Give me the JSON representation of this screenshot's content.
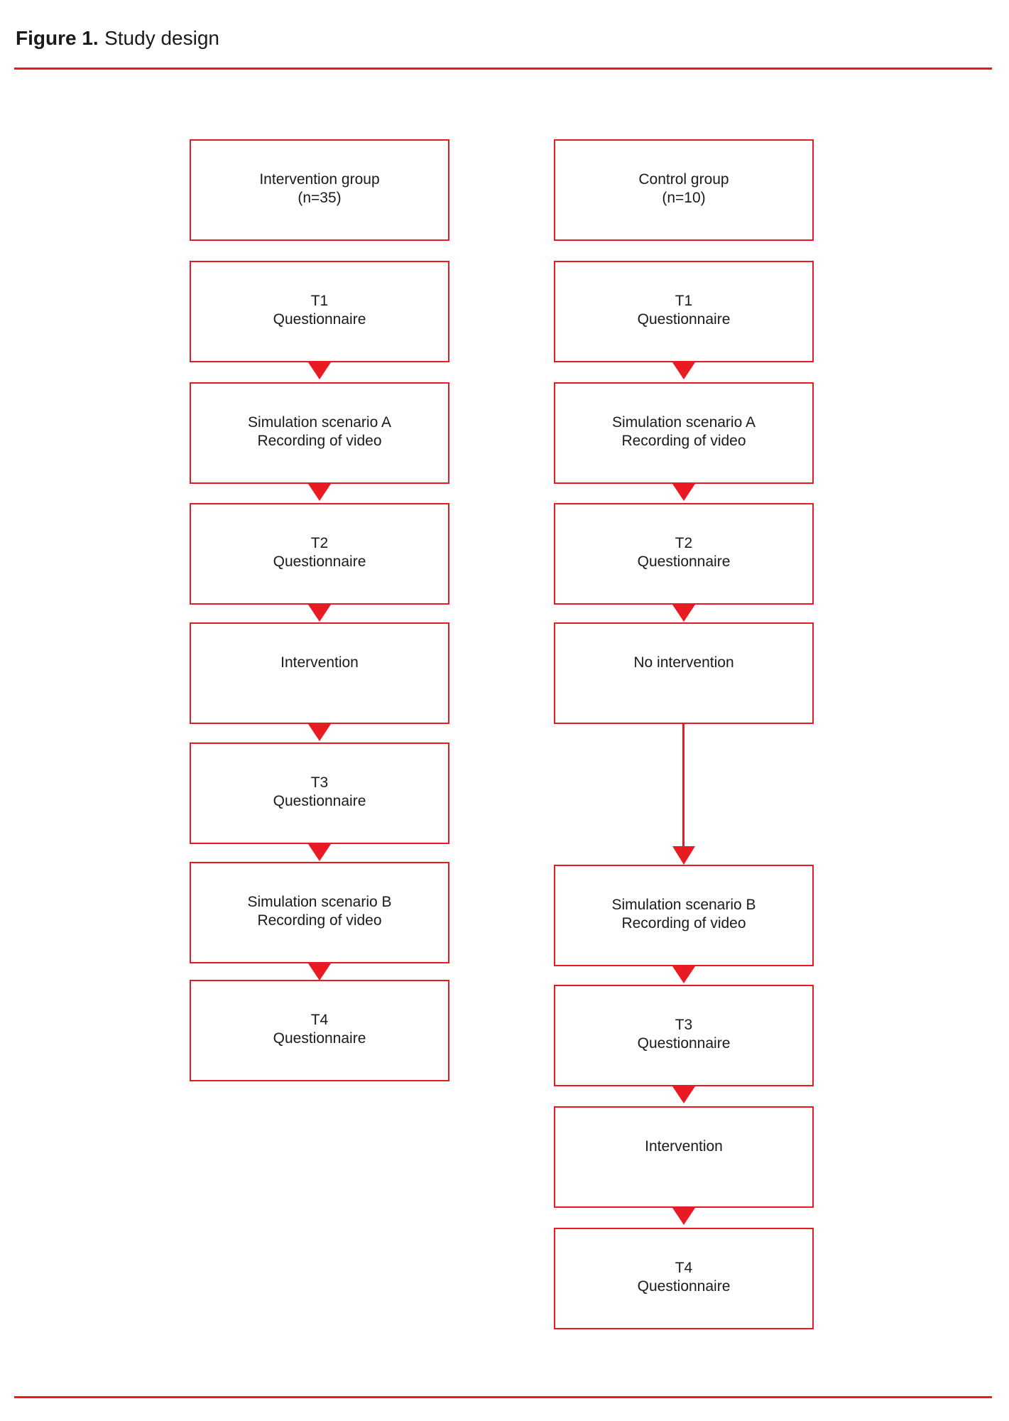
{
  "figure": {
    "label": "Figure 1.",
    "title": "Study design"
  },
  "colors": {
    "accent_red": "#e81b23",
    "text": "#1a1a1a"
  },
  "diagram": {
    "columns": [
      {
        "id": "intervention-group-column",
        "boxes": [
          {
            "lines": [
              "Intervention group",
              "(n=35)"
            ]
          },
          {
            "lines": [
              "T1",
              "Questionnaire"
            ]
          },
          {
            "lines": [
              "Simulation scenario A",
              "Recording of video"
            ]
          },
          {
            "lines": [
              "T2",
              "Questionnaire"
            ]
          },
          {
            "lines": [
              "Intervention"
            ]
          },
          {
            "lines": [
              "T3",
              "Questionnaire"
            ]
          },
          {
            "lines": [
              "Simulation scenario B",
              "Recording of video"
            ]
          },
          {
            "lines": [
              "T4",
              "Questionnaire"
            ]
          }
        ]
      },
      {
        "id": "control-group-column",
        "boxes": [
          {
            "lines": [
              "Control group",
              "(n=10)"
            ]
          },
          {
            "lines": [
              "T1",
              "Questionnaire"
            ]
          },
          {
            "lines": [
              "Simulation scenario A",
              "Recording of video"
            ]
          },
          {
            "lines": [
              "T2",
              "Questionnaire"
            ]
          },
          {
            "lines": [
              "No intervention"
            ]
          },
          {
            "lines": [
              "Simulation scenario B",
              "Recording of video"
            ]
          },
          {
            "lines": [
              "T3",
              "Questionnaire"
            ]
          },
          {
            "lines": [
              "Intervention"
            ]
          },
          {
            "lines": [
              "T4",
              "Questionnaire"
            ]
          }
        ]
      }
    ]
  }
}
